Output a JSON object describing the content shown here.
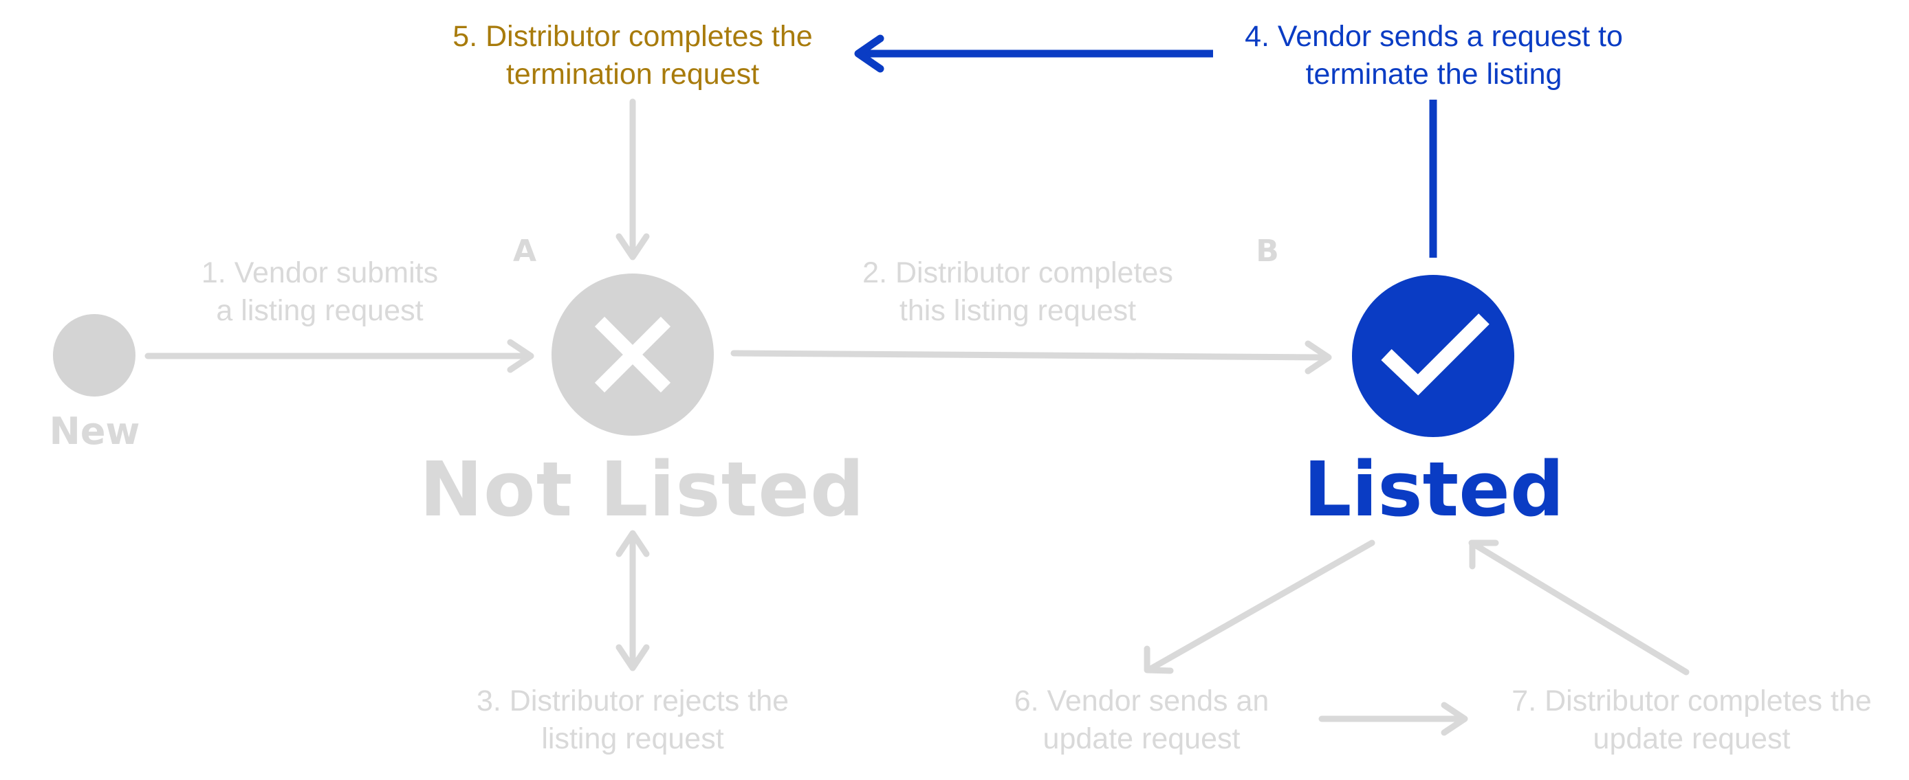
{
  "colors": {
    "inactive": "#d9d9d9",
    "active": "#0a3cc4",
    "completed": "#a87b0c"
  },
  "nodes": {
    "new": {
      "label": "New"
    },
    "not_listed": {
      "label": "Not Listed",
      "letter": "A"
    },
    "listed": {
      "label": "Listed",
      "letter": "B"
    }
  },
  "steps": {
    "s1": "1. Vendor submits\na listing request",
    "s2": "2. Distributor completes\nthis listing request",
    "s3": "3. Distributor rejects the\nlisting request",
    "s4": "4. Vendor sends a request to\nterminate the listing",
    "s5": "5. Distributor completes the\ntermination request",
    "s6": "6. Vendor sends an\nupdate request",
    "s7": "7. Distributor completes the\nupdate request"
  }
}
